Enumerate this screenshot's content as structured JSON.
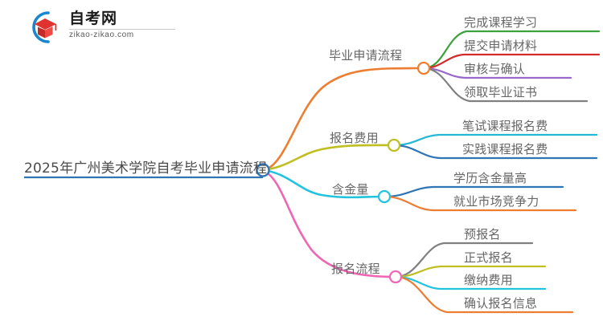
{
  "logo": {
    "name_cn": "自考网",
    "domain": "zikao-zikao.com",
    "mark_icon": "graduation-cap-logo-icon",
    "arc_color": "#1a86d0",
    "cap_color": "#e0322e"
  },
  "mindmap": {
    "root": {
      "label": "2025年广州美术学院自考毕业申请流程",
      "color": "#2e75b6",
      "node_icon": "root-node-circle-icon"
    },
    "branches": [
      {
        "label": "毕业申请流程",
        "color": "#ed7d31",
        "node_icon": "branch-node-circle-icon",
        "leaves": [
          {
            "label": "完成课程学习",
            "color": "#3ca33c"
          },
          {
            "label": "提交申请材料",
            "color": "#d22b2b"
          },
          {
            "label": "审核与确认",
            "color": "#9966cc"
          },
          {
            "label": "领取毕业证书",
            "color": "#808080"
          }
        ]
      },
      {
        "label": "报名费用",
        "color": "#bfbf22",
        "node_icon": "branch-node-circle-icon",
        "leaves": [
          {
            "label": "笔试课程报名费",
            "color": "#22b8d6"
          },
          {
            "label": "实践课程报名费",
            "color": "#2e75b6"
          }
        ]
      },
      {
        "label": "含金量",
        "color": "#22c3dd",
        "node_icon": "branch-node-circle-icon",
        "leaves": [
          {
            "label": "学历含金量高",
            "color": "#2e75b6"
          },
          {
            "label": "就业市场竞争力",
            "color": "#ed7d31"
          }
        ]
      },
      {
        "label": "报名流程",
        "color": "#ef67b4",
        "node_icon": "branch-node-circle-icon",
        "leaves": [
          {
            "label": "预报名",
            "color": "#808080"
          },
          {
            "label": "正式报名",
            "color": "#bfbf22"
          },
          {
            "label": "缴纳费用",
            "color": "#22c3dd"
          },
          {
            "label": "确认报名信息",
            "color": "#ed7d31"
          }
        ]
      }
    ]
  }
}
